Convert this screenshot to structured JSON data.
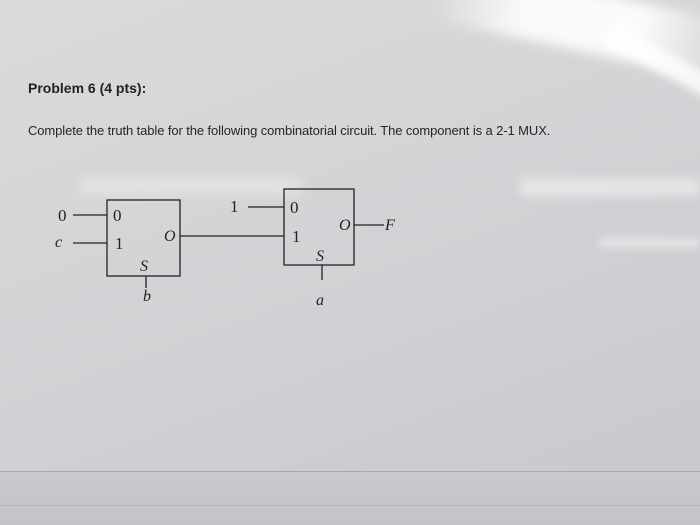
{
  "problem": {
    "title": "Problem 6 (4 pts):",
    "description": "Complete the truth table for the following combinatorial circuit. The component is a 2-1 MUX."
  },
  "circuit": {
    "mux1": {
      "input0_label": "0",
      "input1_label": "1",
      "select_label": "S",
      "output_label": "O",
      "in0_signal": "0",
      "in1_signal": "c",
      "select_signal": "b"
    },
    "mux2": {
      "input0_label": "0",
      "input1_label": "1",
      "select_label": "S",
      "output_label": "O",
      "in0_signal": "1",
      "select_signal": "a",
      "output_signal": "F"
    }
  },
  "colors": {
    "ink": "#222222",
    "background": "#d4d5d7"
  }
}
